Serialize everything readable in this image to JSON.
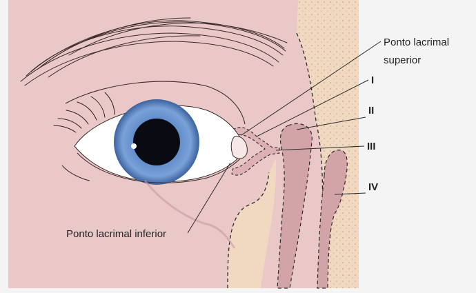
{
  "labels": {
    "superior_line1": "Ponto lacrimal",
    "superior_line2": "superior",
    "inferior": "Ponto lacrimal inferior",
    "roman_1": "I",
    "roman_2": "II",
    "roman_3": "III",
    "roman_4": "IV"
  },
  "colors": {
    "skin": "#eac8c8",
    "skin_shadow": "#dcb0b4",
    "bone": "#f0d9c0",
    "canal": "#d2a4a8",
    "iris": "#4d77b8",
    "pupil": "#0a0a12",
    "sclera": "#ffffff",
    "outside": "#f4f4f4",
    "line": "#2a2a2a"
  }
}
